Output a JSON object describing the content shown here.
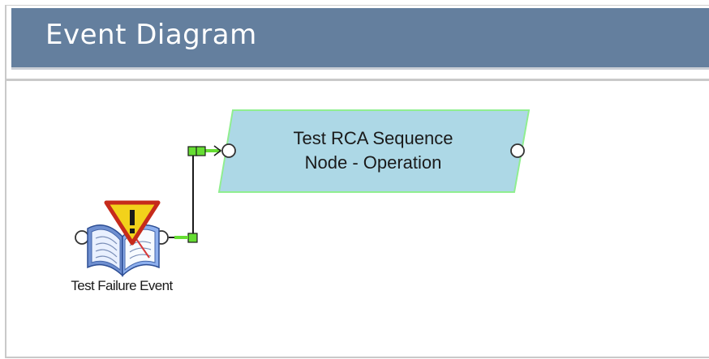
{
  "panel": {
    "title": "Event Diagram"
  },
  "diagram": {
    "sequence_node": {
      "line1": "Test RCA Sequence",
      "line2": "Node - Operation",
      "fill_color": "#add8e6",
      "border_color": "#90ee90"
    },
    "failure_event": {
      "label": "Test Failure Event",
      "icon": "failure-event-icon"
    },
    "connector": {
      "handle_color": "#66dd33",
      "line_color": "#000000"
    }
  }
}
